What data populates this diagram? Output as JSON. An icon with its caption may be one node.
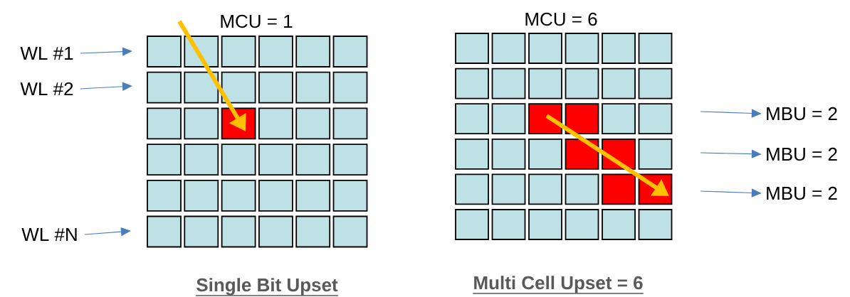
{
  "diagram": {
    "nodes": [
      {
        "text": [
          "WL #1"
        ]
      },
      {
        "text": [
          "WL #2"
        ]
      },
      {
        "text": [
          "WL #N"
        ]
      },
      {
        "text": [
          "MBU = 2"
        ]
      },
      {
        "text": [
          "MBU = 2"
        ]
      },
      {
        "text": [
          "MBU = 2"
        ]
      }
    ],
    "edges": [
      {
        "from": 0,
        "to": null,
        "arrow": "to"
      },
      {
        "from": 1,
        "to": null,
        "arrow": "to"
      },
      {
        "from": 2,
        "to": null,
        "arrow": "to"
      },
      {
        "from": null,
        "to": 3,
        "arrow": "to"
      },
      {
        "from": null,
        "to": 4,
        "arrow": "to"
      },
      {
        "from": null,
        "to": 5,
        "arrow": "to"
      }
    ],
    "labels": [
      "MCU = 1",
      "MCU = 6",
      "Single Bit Upset",
      "Multi Cell Upset = 6"
    ]
  }
}
